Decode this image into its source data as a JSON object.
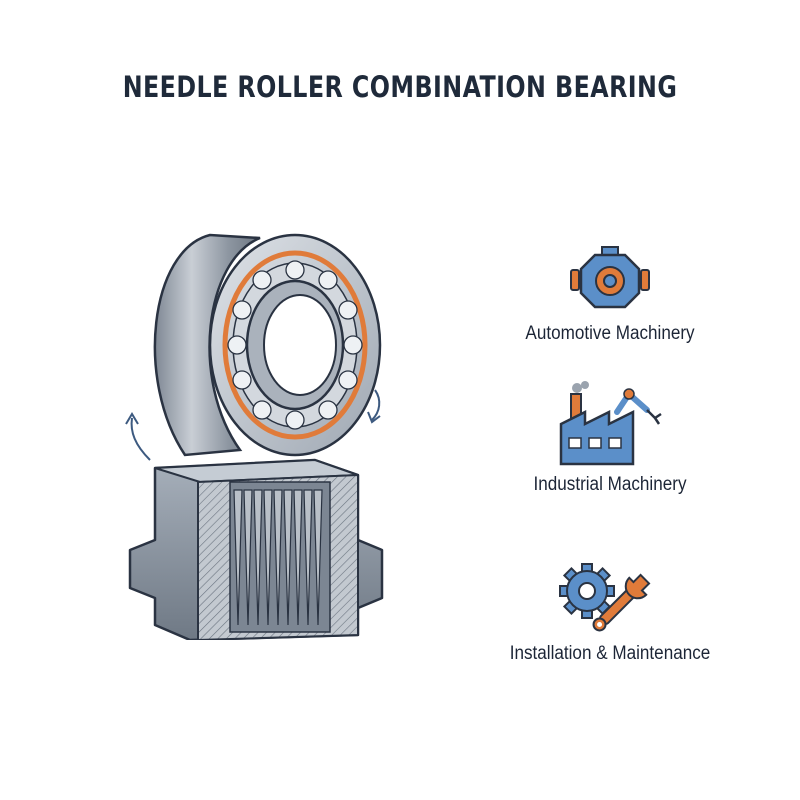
{
  "title": "NEEDLE ROLLER COMBINATION BEARING",
  "applications": [
    {
      "label": "Automotive Machinery",
      "icon": "engine-gear-icon"
    },
    {
      "label": "Industrial Machinery",
      "icon": "factory-robot-arm-icon"
    },
    {
      "label": "Installation & Maintenance",
      "icon": "gear-wrench-icon"
    }
  ],
  "colors": {
    "title": "#1f2a3a",
    "accent_blue": "#5b8fc9",
    "accent_orange": "#e07b3a",
    "outline": "#2a3342",
    "metal": "#9aa3ae"
  }
}
